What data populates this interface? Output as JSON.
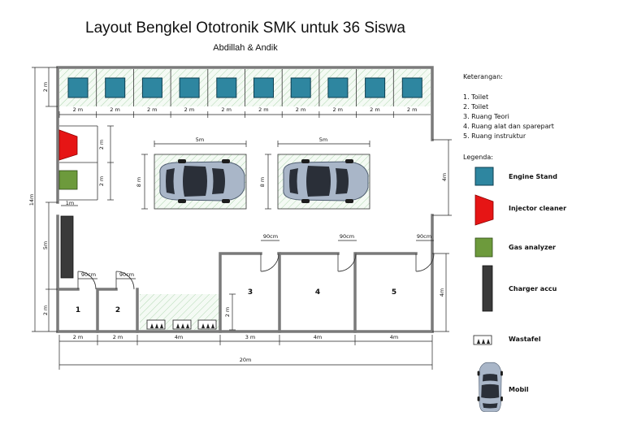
{
  "title": "Layout Bengkel Ototronik SMK untuk 36 Siswa",
  "authors": "Abdillah & Andik",
  "dimensions": {
    "stand_width": "2 m",
    "stand_depth": "2 m",
    "left_total": "14m",
    "left_mid": "5m",
    "left_bottom": "2 m",
    "injector_h": "2 m",
    "gas_h": "2 m",
    "gas_small": "1m",
    "car_width": "5m",
    "car_depth": "8 m",
    "right_gap": "4m",
    "room_right": "4m",
    "door": "90cm",
    "wash_h": "2 m",
    "bottom_2m": "2 m",
    "bottom_4m": "4m",
    "bottom_3m": "3 m",
    "total": "20m"
  },
  "rooms": [
    "1",
    "2",
    "3",
    "4",
    "5"
  ],
  "keterangan": {
    "heading": "Keterangan:",
    "items": [
      "1. Toilet",
      "2. Toilet",
      "3. Ruang Teori",
      "4. Ruang alat dan sparepart",
      "5. Ruang instruktur"
    ]
  },
  "legenda": {
    "heading": "Legenda:",
    "engine_stand": "Engine Stand",
    "injector": "Injector cleaner",
    "gas": "Gas analyzer",
    "charger": "Charger accu",
    "wastafel": "Wastafel",
    "mobil": "Mobil"
  },
  "colors": {
    "engine_stand": "#2e86a0",
    "injector": "#e61515",
    "gas": "#6d9a3c",
    "charger": "#3a3a3a",
    "wall": "#7a7a7a"
  }
}
